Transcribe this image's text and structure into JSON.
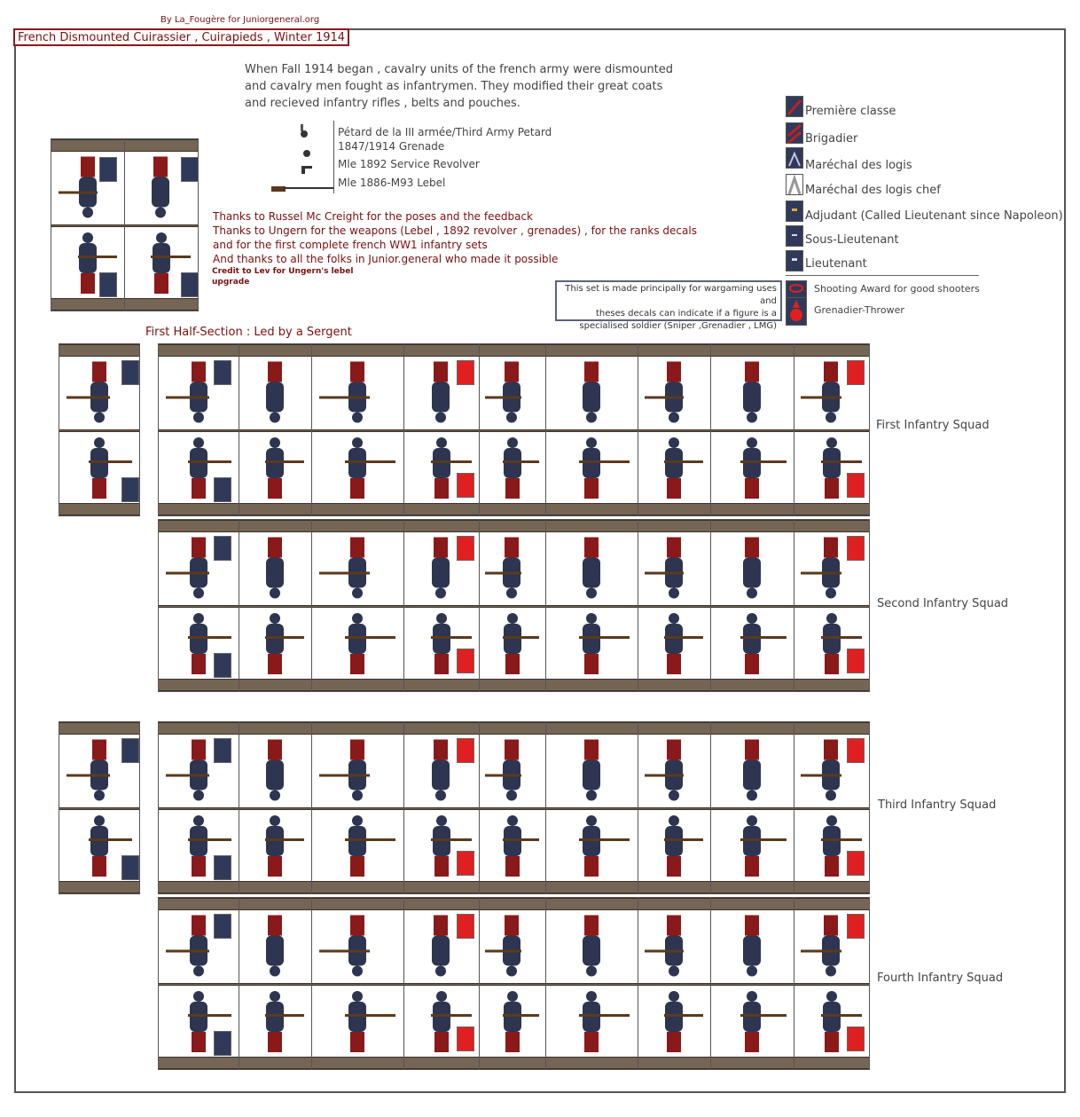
{
  "byline": "By La_Fougère for Juniorgeneral.org",
  "title": "French Dismounted Cuirassier , Cuirapieds , Winter 1914",
  "intro": [
    "When Fall 1914 began , cavalry units of the french army were dismounted",
    "and cavalry men fought as infantrymen. They modified their great coats",
    "and recieved infantry rifles , belts and pouches."
  ],
  "weapons": [
    "Pétard de la III armée/Third Army Petard",
    "1847/1914 Grenade",
    "Mle 1892 Service Revolver",
    "Mle 1886-M93 Lebel"
  ],
  "thanks": [
    "Thanks to Russel Mc Creight for the poses and the feedback",
    "Thanks to Ungern for the weapons (Lebel , 1892 revolver , grenades) , for the ranks decals",
    "and for the first complete french WW1 infantry sets",
    "And thanks to all the folks in Junior.general who made it possible"
  ],
  "credit": [
    "Credit to Lev for Ungern's lebel",
    "upgrade"
  ],
  "note": [
    "This set is made principally for wargaming uses and",
    "theses decals can indicate if a figure is a",
    "specialised soldier (Sniper ,Grenadier , LMG)"
  ],
  "ranks": [
    {
      "label": "Première classe",
      "mark": "red-stripe",
      "icon": "single-stripe-icon"
    },
    {
      "label": "Brigadier",
      "mark": "red-stripe",
      "icon": "double-stripe-icon"
    },
    {
      "label": "Maréchal des logis",
      "mark": "silver-chevron",
      "icon": "chevron-icon"
    },
    {
      "label": "Maréchal des logis chef",
      "mark": "silver-chevron",
      "icon": "double-chevron-icon"
    },
    {
      "label": "Adjudant (Called Lieutenant since Napoleon)",
      "mark": "gold-bar",
      "icon": "gold-bar-icon"
    },
    {
      "label": "Sous-Lieutenant",
      "mark": "white-bar",
      "icon": "single-bar-icon"
    },
    {
      "label": "Lieutenant",
      "mark": "white-bar",
      "icon": "double-bar-icon"
    }
  ],
  "specials": [
    {
      "label": "Shooting Award for good shooters",
      "icon": "horn-icon"
    },
    {
      "label": "Grenadier-Thrower",
      "icon": "grenade-flame-icon"
    }
  ],
  "half_section_title": "First Half-Section : Led by a Sergent",
  "squads": [
    "First Infantry Squad",
    "Second Infantry Squad",
    "Third Infantry Squad",
    "Fourth Infantry Squad"
  ],
  "colors": {
    "title_red": "#7a1010",
    "coat_blue": "#2d3550",
    "trousers_red": "#8a1a1a",
    "base_brown": "#756555"
  }
}
